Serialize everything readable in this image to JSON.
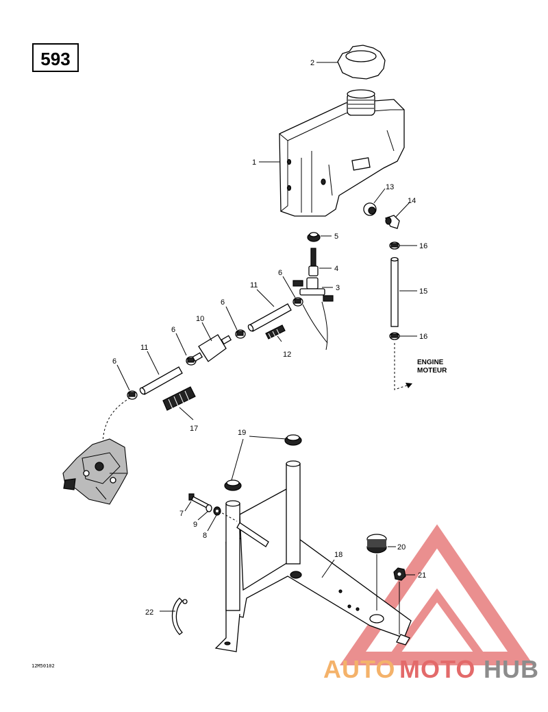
{
  "diagram": {
    "page_number": "593",
    "drawing_code": "12M50102",
    "direction_note": {
      "line1": "ENGINE",
      "line2": "MOTEUR"
    },
    "callouts": {
      "c1": "1",
      "c2": "2",
      "c3": "3",
      "c4": "4",
      "c5": "5",
      "c6a": "6",
      "c6b": "6",
      "c6c": "6",
      "c6d": "6",
      "c7": "7",
      "c8": "8",
      "c9": "9",
      "c10": "10",
      "c11a": "11",
      "c11b": "11",
      "c12": "12",
      "c13": "13",
      "c14": "14",
      "c15": "15",
      "c16a": "16",
      "c16b": "16",
      "c17": "17",
      "c18": "18",
      "c19": "19",
      "c20": "20",
      "c21": "21",
      "c22": "22"
    }
  },
  "watermark": {
    "text_part1": "AUTO",
    "text_part2": "MOTO",
    "text_part3": "HUB",
    "color_orange": "#f4b26a",
    "color_red": "#e36a6a",
    "color_grey": "#8c8c8c"
  }
}
